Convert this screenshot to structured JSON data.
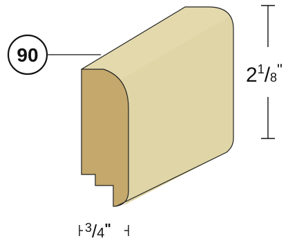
{
  "part": {
    "number": "90"
  },
  "dimensions": {
    "height": {
      "whole": "2",
      "num": "1",
      "den": "8",
      "unit": "\""
    },
    "width": {
      "num": "3",
      "den": "4",
      "unit": "\""
    }
  },
  "colors": {
    "face_light": "#dfd5a6",
    "face_end": "#c4a86c",
    "outline": "#222222"
  }
}
